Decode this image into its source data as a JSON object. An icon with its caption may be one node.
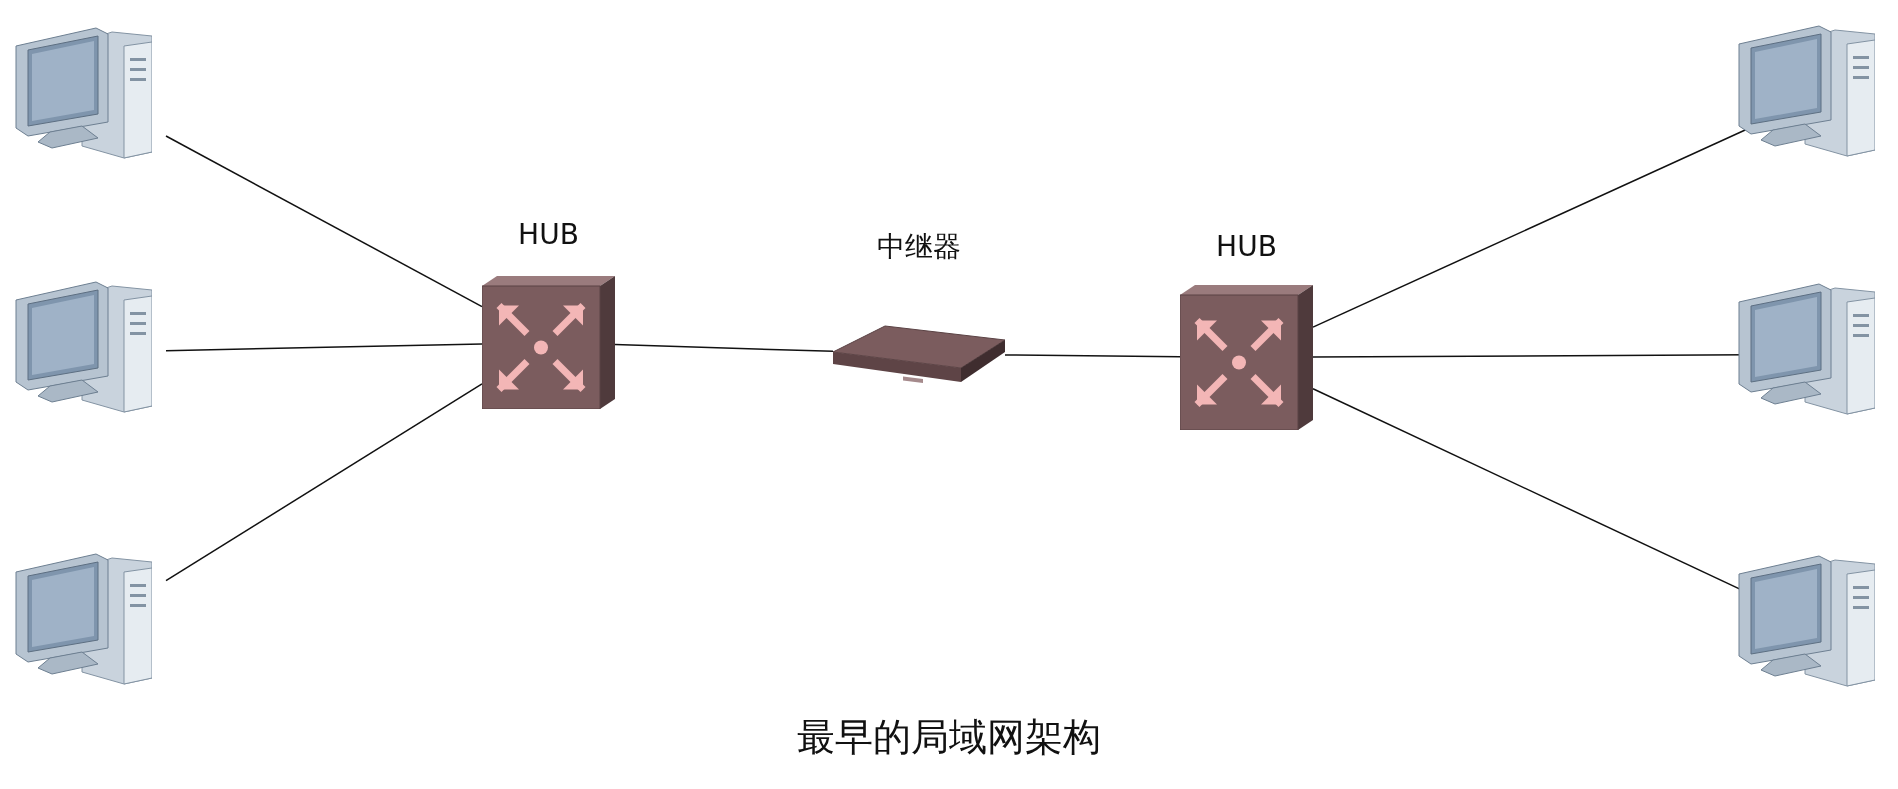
{
  "diagram": {
    "caption": "最早的局域网架构",
    "nodes": [
      {
        "text": [],
        "shape": "picture"
      },
      {
        "text": [],
        "shape": "picture"
      },
      {
        "text": [],
        "shape": "picture"
      },
      {
        "text": [
          "HUB"
        ]
      },
      {
        "text": [
          "中继器"
        ]
      },
      {
        "text": [
          "HUB"
        ]
      },
      {
        "text": [],
        "shape": "picture"
      },
      {
        "text": [],
        "shape": "picture"
      },
      {
        "text": [],
        "shape": "picture"
      }
    ],
    "edges": [
      {
        "from": 0,
        "to": 3,
        "arrow": "none"
      },
      {
        "from": 1,
        "to": 3,
        "arrow": "none"
      },
      {
        "from": 2,
        "to": 3,
        "arrow": "none"
      },
      {
        "from": 3,
        "to": 4,
        "arrow": "none"
      },
      {
        "from": 4,
        "to": 5,
        "arrow": "none"
      },
      {
        "from": 5,
        "to": 6,
        "arrow": "none"
      },
      {
        "from": 5,
        "to": 7,
        "arrow": "none"
      },
      {
        "from": 5,
        "to": 8,
        "arrow": "none"
      }
    ]
  }
}
